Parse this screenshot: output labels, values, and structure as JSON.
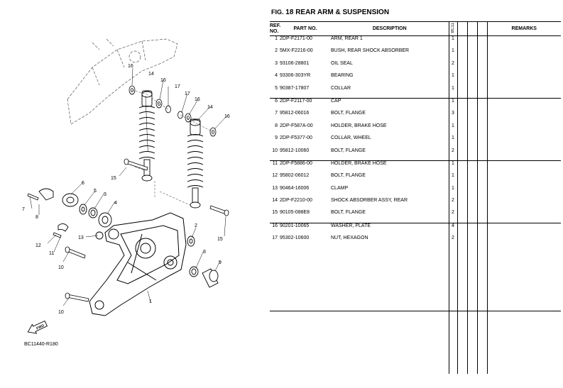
{
  "figure": {
    "prefix": "FIG.",
    "number": "18",
    "title": "REAR ARM & SUSPENSION"
  },
  "headers": {
    "ref_line1": "REF.",
    "ref_line2": "NO.",
    "part_no": "PART NO.",
    "description": "DESCRIPTION",
    "model": "BC11",
    "remarks": "REMARKS"
  },
  "parts": [
    {
      "ref": "1",
      "part_no": "2DP-F2171-00",
      "description": "ARM, REAR 1",
      "qty": "1"
    },
    {
      "ref": "2",
      "part_no": "5MX-F2216-00",
      "description": "BUSH, REAR SHOCK ABSORBER",
      "qty": "1"
    },
    {
      "ref": "3",
      "part_no": "93106-28801",
      "description": "OIL SEAL",
      "qty": "2"
    },
    {
      "ref": "4",
      "part_no": "93306-303YR",
      "description": "BEARING",
      "qty": "1"
    },
    {
      "ref": "5",
      "part_no": "90387-17807",
      "description": "COLLAR",
      "qty": "1"
    },
    {
      "ref": "6",
      "part_no": "2DP-F2117-00",
      "description": "CAP",
      "qty": "1"
    },
    {
      "ref": "7",
      "part_no": "95812-06016",
      "description": "BOLT, FLANGE",
      "qty": "3"
    },
    {
      "ref": "8",
      "part_no": "2DP-F587A-00",
      "description": "HOLDER, BRAKE HOSE",
      "qty": "1"
    },
    {
      "ref": "9",
      "part_no": "2DP-F5377-00",
      "description": "COLLAR, WHEEL",
      "qty": "1"
    },
    {
      "ref": "10",
      "part_no": "95812-10060",
      "description": "BOLT, FLANGE",
      "qty": "2"
    },
    {
      "ref": "11",
      "part_no": "2DP-F5886-00",
      "description": "HOLDER, BRAKE HOSE",
      "qty": "1"
    },
    {
      "ref": "12",
      "part_no": "95802-06012",
      "description": "BOLT, FLANGE",
      "qty": "1"
    },
    {
      "ref": "13",
      "part_no": "90464-16006",
      "description": "CLAMP",
      "qty": "1"
    },
    {
      "ref": "14",
      "part_no": "2DP-F2210-00",
      "description": "SHOCK ABSORBER ASSY, REAR",
      "qty": "2"
    },
    {
      "ref": "15",
      "part_no": "90105-088E8",
      "description": "BOLT, FLANGE",
      "qty": "2"
    },
    {
      "ref": "16",
      "part_no": "90201-10065",
      "description": "WASHER, PLATE",
      "qty": "4"
    },
    {
      "ref": "17",
      "part_no": "95302-10600",
      "description": "NUT, HEXAGON",
      "qty": "2"
    }
  ],
  "diagram": {
    "callouts": {
      "c1": "1",
      "c2": "2",
      "c3a": "3",
      "c3b": "3",
      "c4": "4",
      "c5": "5",
      "c6": "6",
      "c7": "7",
      "c8": "8",
      "c9": "9",
      "c10a": "10",
      "c10b": "10",
      "c11": "11",
      "c12": "12",
      "c13": "13",
      "c14a": "14",
      "c14b": "14",
      "c15a": "15",
      "c15b": "15",
      "c16a": "16",
      "c16b": "16",
      "c16c": "16",
      "c16d": "16",
      "c17a": "17",
      "c17b": "17"
    },
    "fwd_label": "FWD",
    "drawing_code": "BC11440-R180"
  }
}
